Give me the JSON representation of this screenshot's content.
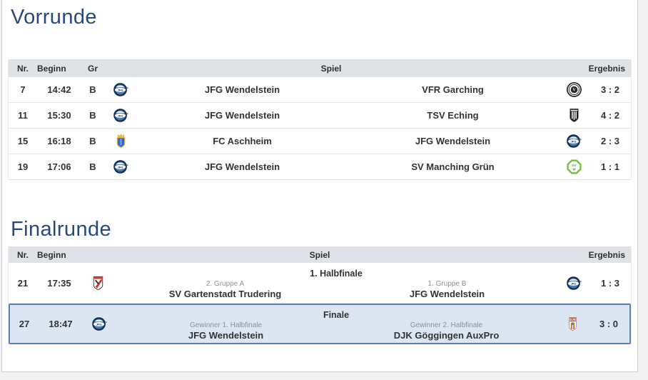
{
  "sections": [
    {
      "title": "Vorrunde",
      "columns": {
        "nr": "Nr.",
        "beginn": "Beginn",
        "gr": "Gr",
        "spiel": "Spiel",
        "ergebnis": "Ergebnis"
      },
      "rows": [
        {
          "nr": "7",
          "beginn": "14:42",
          "gr": "B",
          "home": "JFG Wendelstein",
          "away": "VFR Garching",
          "result": "3 : 2",
          "home_logo": "jfg-wendelstein-logo",
          "away_logo": "vfr-garching-logo"
        },
        {
          "nr": "11",
          "beginn": "15:30",
          "gr": "B",
          "home": "JFG Wendelstein",
          "away": "TSV Eching",
          "result": "4 : 2",
          "home_logo": "jfg-wendelstein-logo",
          "away_logo": "tsv-eching-logo"
        },
        {
          "nr": "15",
          "beginn": "16:18",
          "gr": "B",
          "home": "FC Aschheim",
          "away": "JFG Wendelstein",
          "result": "2 : 3",
          "home_logo": "fc-aschheim-logo",
          "away_logo": "jfg-wendelstein-logo"
        },
        {
          "nr": "19",
          "beginn": "17:06",
          "gr": "B",
          "home": "JFG Wendelstein",
          "away": "SV Manching Grün",
          "result": "1 : 1",
          "home_logo": "jfg-wendelstein-logo",
          "away_logo": "sv-manching-logo"
        }
      ]
    },
    {
      "title": "Finalrunde",
      "columns": {
        "nr": "Nr.",
        "beginn": "Beginn",
        "spiel": "Spiel",
        "ergebnis": "Ergebnis"
      },
      "rows": [
        {
          "nr": "21",
          "beginn": "17:35",
          "stage": "1. Halbfinale",
          "home_sub": "2. Gruppe A",
          "home": "SV Gartenstadt Trudering",
          "away_sub": "1. Gruppe B",
          "away": "JFG Wendelstein",
          "result": "1 : 3",
          "home_logo": "sv-gartenstadt-trudering-logo",
          "away_logo": "jfg-wendelstein-logo",
          "highlighted": false
        },
        {
          "nr": "27",
          "beginn": "18:47",
          "stage": "Finale",
          "home_sub": "Gewinner 1. Halbfinale",
          "home": "JFG Wendelstein",
          "away_sub": "Gewinner 2. Halbfinale",
          "away": "DJK Göggingen AuxPro",
          "result": "3 : 0",
          "home_logo": "jfg-wendelstein-logo",
          "away_logo": "djk-goeggingen-logo",
          "highlighted": true
        }
      ]
    }
  ],
  "colors": {
    "title": "#274a7d",
    "header_bg": "#dfe3e8",
    "highlight_bg": "#dce5f2",
    "highlight_border": "#5d80b2",
    "row_border": "#e4e4e4"
  }
}
